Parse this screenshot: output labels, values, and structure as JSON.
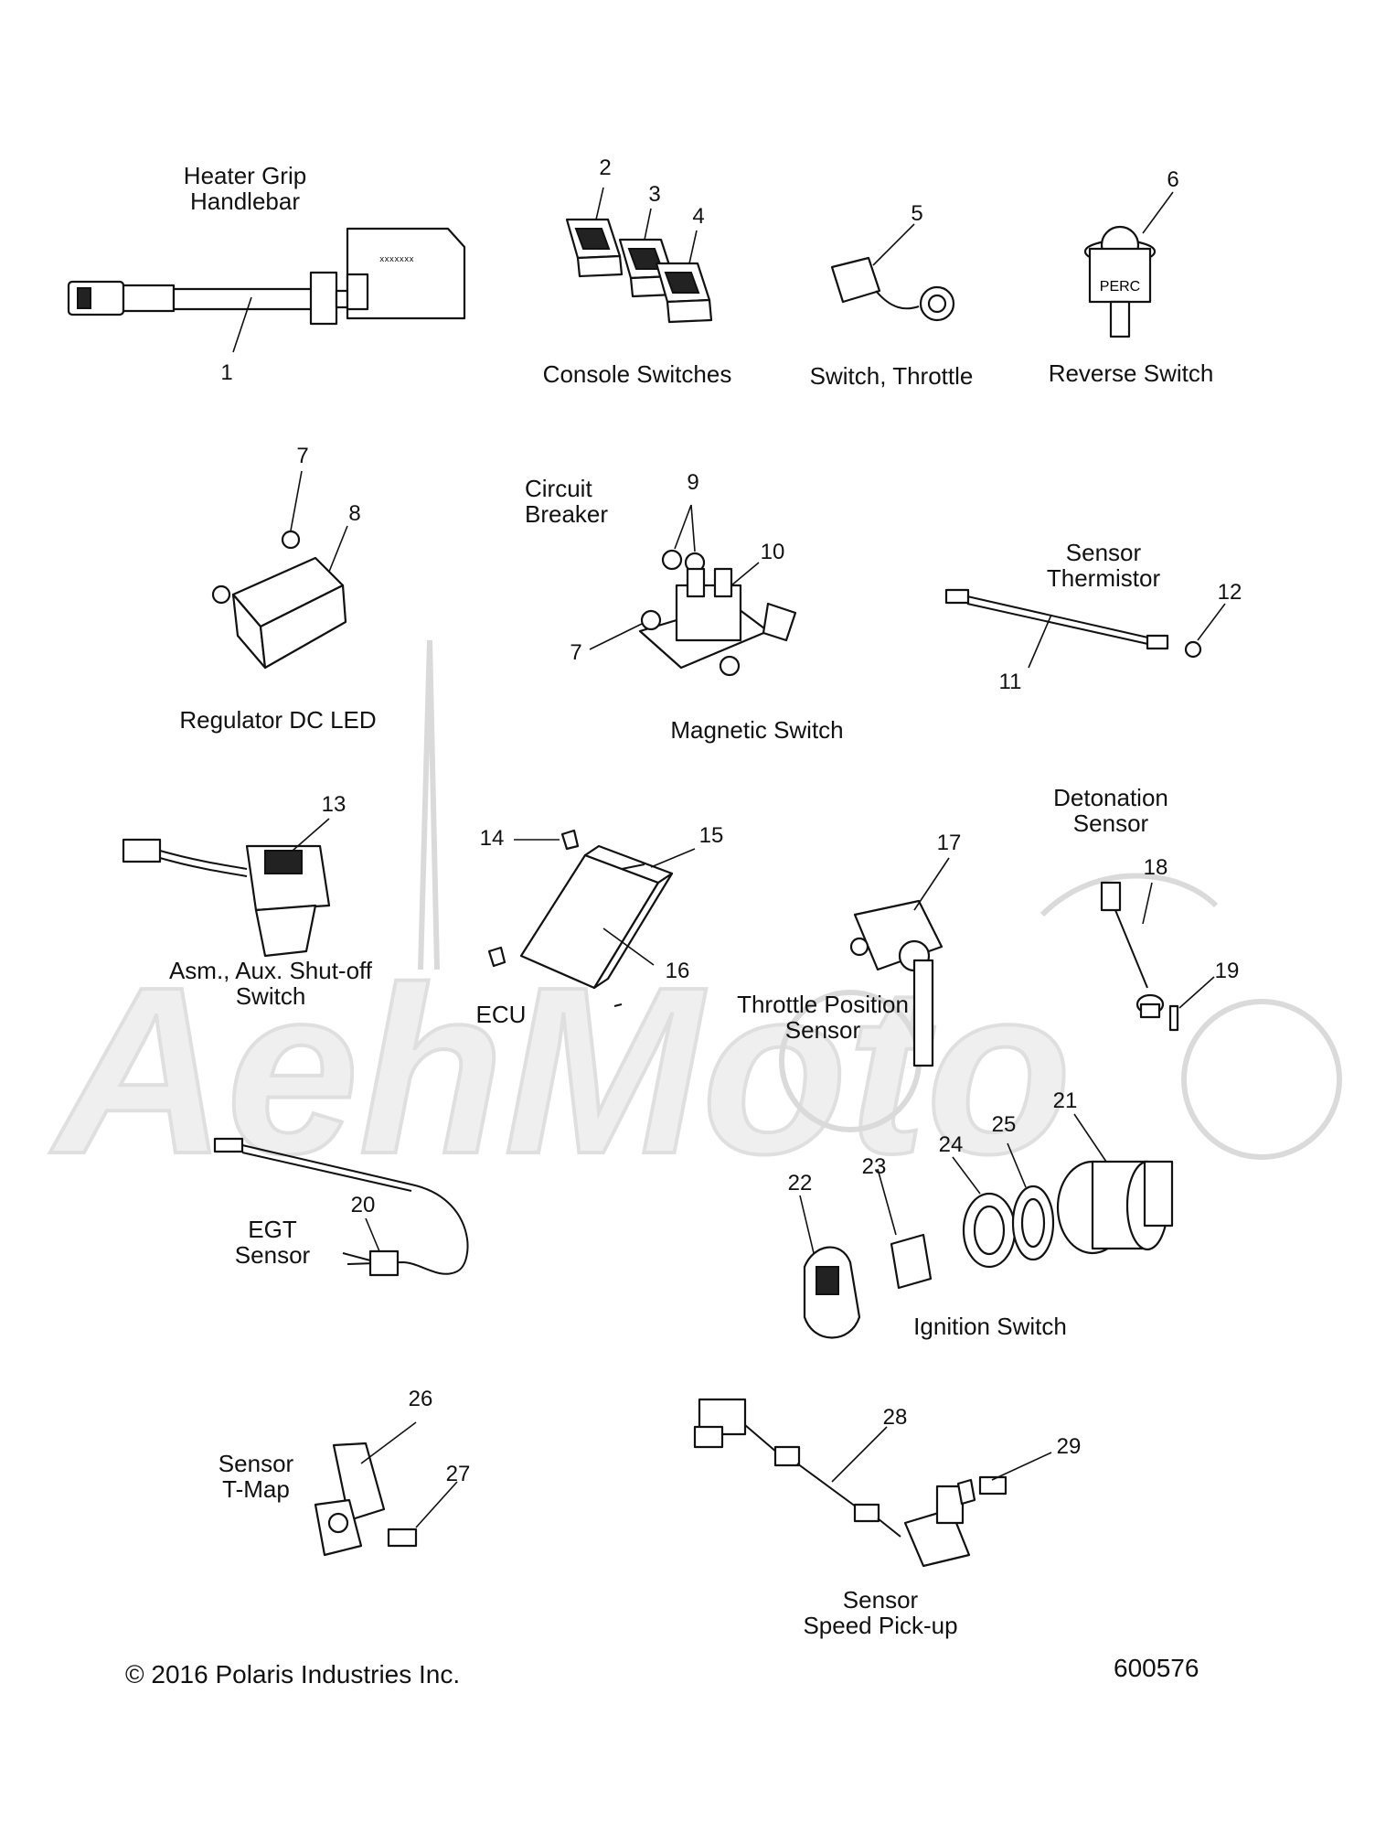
{
  "labels": {
    "heater_grip": "Heater Grip\nHandlebar",
    "console_switches": "Console Switches",
    "switch_throttle": "Switch, Throttle",
    "reverse_switch": "Reverse Switch",
    "regulator": "Regulator DC LED",
    "circuit_breaker": "Circuit\nBreaker",
    "magnetic_switch": "Magnetic Switch",
    "sensor_thermistor": "Sensor\nThermistor",
    "aux_shutoff": "Asm., Aux. Shut-off\nSwitch",
    "ecu": "ECU",
    "throttle_position": "Throttle Position\nSensor",
    "detonation": "Detonation\nSensor",
    "egt": "EGT\nSensor",
    "ignition": "Ignition Switch",
    "tmap": "Sensor\nT-Map",
    "speed_pickup": "Sensor\nSpeed Pick-up",
    "perc_marking": "PERC",
    "heater_marking": "xxxxxxx"
  },
  "callouts": {
    "n1": "1",
    "n2": "2",
    "n3": "3",
    "n4": "4",
    "n5": "5",
    "n6": "6",
    "n7a": "7",
    "n7b": "7",
    "n8": "8",
    "n9": "9",
    "n10": "10",
    "n11": "11",
    "n12": "12",
    "n13": "13",
    "n14": "14",
    "n15": "15",
    "n16": "16",
    "n17": "17",
    "n18": "18",
    "n19": "19",
    "n20": "20",
    "n21": "21",
    "n22": "22",
    "n23": "23",
    "n24": "24",
    "n25": "25",
    "n26": "26",
    "n27": "27",
    "n28": "28",
    "n29": "29"
  },
  "footer": {
    "copyright": "© 2016 Polaris Industries Inc.",
    "drawing_number": "600576"
  },
  "watermark": {
    "text": "AehMoto"
  }
}
